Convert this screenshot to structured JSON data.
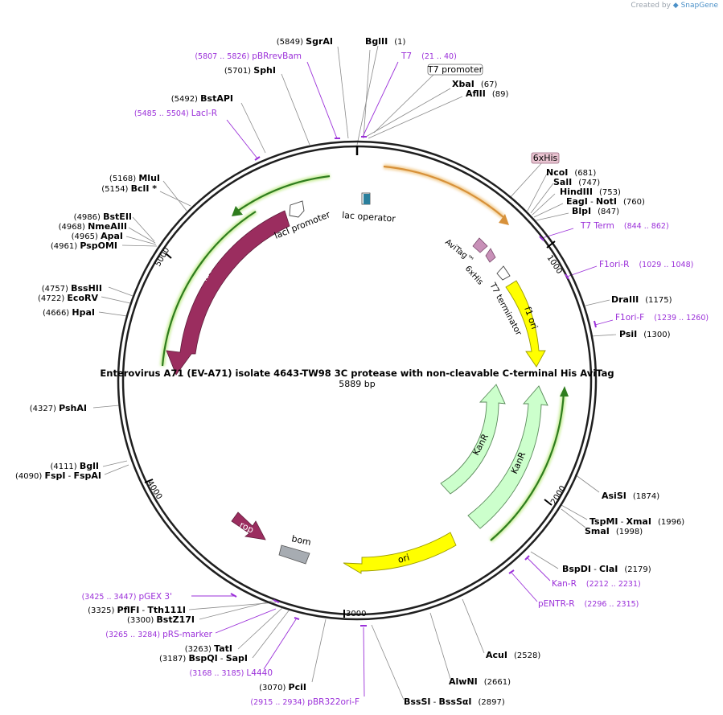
{
  "credit": {
    "prefix": "Created by",
    "brand": "SnapGene"
  },
  "title": "Enterovirus A71 (EV-A71) isolate 4643-TW98 3C protease with non-cleavable C-terminal His AviTag",
  "length_label": "5889 bp",
  "ticks": [
    "1000",
    "2000",
    "3000",
    "4000",
    "5000"
  ],
  "sites_right": [
    {
      "name": "BglII",
      "pos": "(1)"
    },
    {
      "name": "XbaI",
      "pos": "(67)"
    },
    {
      "name": "AflII",
      "pos": "(89)"
    },
    {
      "name": "NcoI",
      "pos": "(681)"
    },
    {
      "name": "SalI",
      "pos": "(747)"
    },
    {
      "name": "HindIII",
      "pos": "(753)"
    },
    {
      "name": "EagI",
      "sep": " - ",
      "name2": "NotI",
      "pos": "(760)"
    },
    {
      "name": "BlpI",
      "pos": "(847)"
    },
    {
      "name": "DraIII",
      "pos": "(1175)"
    },
    {
      "name": "PsiI",
      "pos": "(1300)"
    },
    {
      "name": "AsiSI",
      "pos": "(1874)"
    },
    {
      "name": "TspMI",
      "sep": " - ",
      "name2": "XmaI",
      "pos": "(1996)"
    },
    {
      "name": "SmaI",
      "pos": "(1998)"
    },
    {
      "name": "BspDI",
      "sep": " - ",
      "name2": "ClaI",
      "pos": "(2179)"
    },
    {
      "name": "AcuI",
      "pos": "(2528)"
    },
    {
      "name": "AlwNI",
      "pos": "(2661)"
    },
    {
      "name": "BssSI",
      "sep": " - ",
      "name2": "BssSαI",
      "pos": "(2897)"
    }
  ],
  "sites_left": [
    {
      "name": "SgrAI",
      "pos": "(5849)"
    },
    {
      "name": "SphI",
      "pos": "(5701)"
    },
    {
      "name": "BstAPI",
      "pos": "(5492)"
    },
    {
      "name": "MluI",
      "pos": "(5168)"
    },
    {
      "name": "BclI *",
      "pos": "(5154)"
    },
    {
      "name": "BstEII",
      "pos": "(4986)"
    },
    {
      "name": "NmeAIII",
      "pos": "(4968)"
    },
    {
      "name": "ApaI",
      "pos": "(4965)"
    },
    {
      "name": "PspOMI",
      "pos": "(4961)"
    },
    {
      "name": "BssHII",
      "pos": "(4757)"
    },
    {
      "name": "EcoRV",
      "pos": "(4722)"
    },
    {
      "name": "HpaI",
      "pos": "(4666)"
    },
    {
      "name": "PshAI",
      "pos": "(4327)"
    },
    {
      "name": "BglI",
      "pos": "(4111)"
    },
    {
      "name": "FspI",
      "sep": " - ",
      "name2": "FspAI",
      "pos": "(4090)"
    },
    {
      "name": "PflFI",
      "sep": " - ",
      "name2": "Tth111I",
      "pos": "(3325)"
    },
    {
      "name": "BstZ17I",
      "pos": "(3300)"
    },
    {
      "name": "TatI",
      "pos": "(3263)"
    },
    {
      "name": "BspQI",
      "sep": " - ",
      "name2": "SapI",
      "pos": "(3187)"
    },
    {
      "name": "PciI",
      "pos": "(3070)"
    }
  ],
  "primers": [
    {
      "name": "pBRrevBam",
      "range": "(5807 .. 5826)"
    },
    {
      "name": "T7",
      "range": "(21 .. 40)"
    },
    {
      "name": "LacI-R",
      "range": "(5485 .. 5504)"
    },
    {
      "name": "T7 Term",
      "range": "(844 .. 862)"
    },
    {
      "name": "F1ori-R",
      "range": "(1029 .. 1048)"
    },
    {
      "name": "F1ori-F",
      "range": "(1239 .. 1260)"
    },
    {
      "name": "Kan-R",
      "range": "(2212 .. 2231)"
    },
    {
      "name": "pENTR-R",
      "range": "(2296 .. 2315)"
    },
    {
      "name": "pGEX 3'",
      "range": "(3425 .. 3447)"
    },
    {
      "name": "pRS-marker",
      "range": "(3265 .. 3284)"
    },
    {
      "name": "L4440",
      "range": "(3168 .. 3185)"
    },
    {
      "name": "pBR322ori-F",
      "range": "(2915 .. 2934)"
    }
  ],
  "boxed_labels": {
    "t7_promoter": "T7 promoter",
    "his6": "6xHis"
  },
  "features": {
    "lacI": "lacI",
    "lacI_promoter": "lacI promoter",
    "lac_operator": "lac operator",
    "avitag": "AviTag™",
    "his6": "6xHis",
    "t7_terminator": "T7 terminator",
    "f1_ori": "f1 ori",
    "kanR_1": "KanR",
    "kanR_2": "KanR",
    "ori": "ori",
    "rop": "rop",
    "bom": "bom"
  },
  "colors": {
    "backbone": "#222222",
    "primer": "#9b30d9",
    "lacI": "#9b2d5f",
    "f1_ori": "#ffff00",
    "ori": "#ffff00",
    "kanR": "#ccffcc",
    "green_arrow": "#2f7d1e",
    "orange_arrow": "#d7913a",
    "bom": "#a7acb2",
    "lac_operator": "#2a7f9c",
    "tag": "#c890b8"
  }
}
